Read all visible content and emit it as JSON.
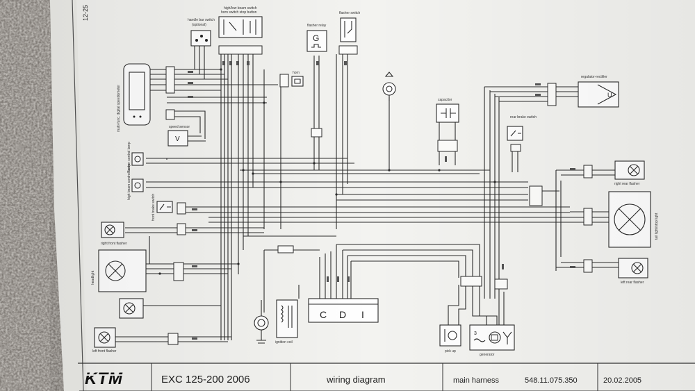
{
  "page": {
    "corner_code": "12-25"
  },
  "title_block": {
    "brand": "KTM",
    "model": "EXC 125-200 2006",
    "drawing": "wiring diagram",
    "harness": "main harness",
    "part_number": "548.11.075.350",
    "date": "20.02.2005"
  },
  "components": {
    "handle_bar_switch": "handle bar switch",
    "handle_bar_switch_sub": "(optional)",
    "light_switch": "high/low beam switch",
    "light_switch_sub": "horn switch  stop button",
    "flasher_relay": "flasher relay",
    "flasher_relay_symbol": "G",
    "flasher_switch": "flasher switch",
    "horn": "horn",
    "speedometer": "multi-func. digital speedometer",
    "speed_sensor": "speed sensor",
    "speed_sensor_symbol": "V",
    "capacitor": "capacitor",
    "rear_brake_switch": "rear brake switch",
    "regulator": "regulator-rectifier",
    "regulator_symbol": "U",
    "right_rear_flasher": "right rear flasher",
    "tail_light": "tail light/stop light",
    "left_rear_flasher": "left rear flasher",
    "right_front_flasher": "right front flasher",
    "headlight": "headlight",
    "left_front_flasher": "left front flasher",
    "ignition_coil": "ignition coil",
    "cdi_letters": [
      "C",
      "D",
      "I"
    ],
    "pick_up": "pick up",
    "generator": "generator",
    "generator_number": "3",
    "indicator_lamp_1": "flasher control lamp",
    "indicator_lamp_2": "high beam control lamp",
    "front_brake_switch": "front brake switch"
  },
  "wire_colors": {
    "wire_ink": "#2a2a2a",
    "paper": "#f4f4f1"
  }
}
